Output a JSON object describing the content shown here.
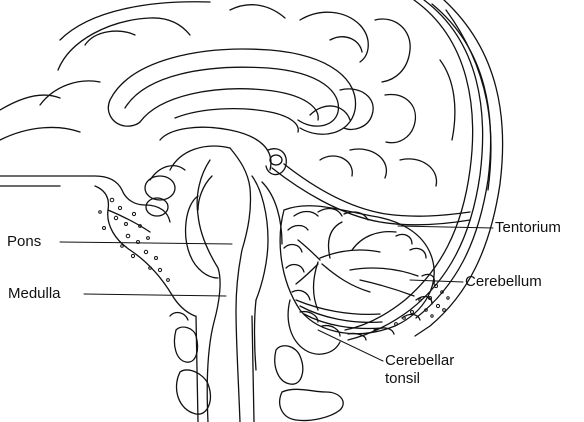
{
  "diagram": {
    "labels": {
      "pons": "Pons",
      "medulla": "Medulla",
      "tentorium": "Tentorium",
      "cerebellum": "Cerebellum",
      "cerebellar_tonsil_line1": "Cerebellar",
      "cerebellar_tonsil_line2": "tonsil"
    },
    "colors": {
      "ink": "#111111",
      "background": "#ffffff"
    }
  }
}
